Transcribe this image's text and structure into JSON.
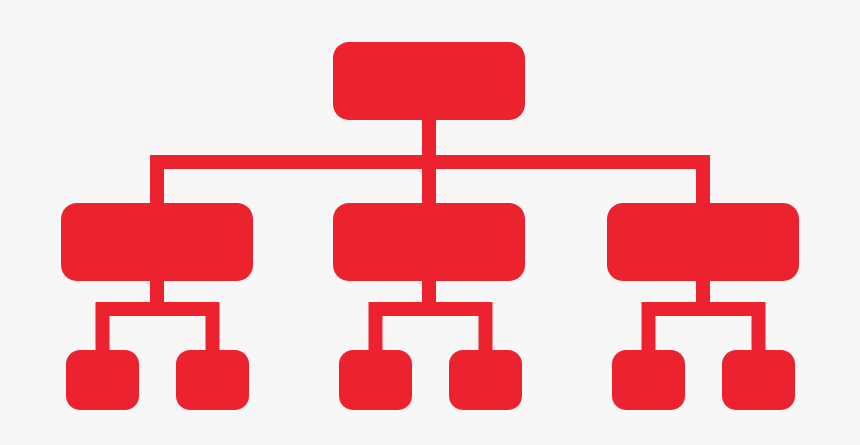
{
  "diagram": {
    "type": "hierarchy",
    "icon_name": "org-chart-icon",
    "colors": {
      "background": "#f7f7f7",
      "node": "#ec222f",
      "connector": "#ec222f"
    },
    "levels": 3,
    "children_per_parent": [
      3,
      2
    ],
    "nodes": {
      "root": {
        "level": 0,
        "children": [
          "mid-left",
          "mid-center",
          "mid-right"
        ]
      },
      "mid-left": {
        "level": 1,
        "children": [
          "leaf-1",
          "leaf-2"
        ]
      },
      "mid-center": {
        "level": 1,
        "children": [
          "leaf-3",
          "leaf-4"
        ]
      },
      "mid-right": {
        "level": 1,
        "children": [
          "leaf-5",
          "leaf-6"
        ]
      },
      "leaf-1": {
        "level": 2
      },
      "leaf-2": {
        "level": 2
      },
      "leaf-3": {
        "level": 2
      },
      "leaf-4": {
        "level": 2
      },
      "leaf-5": {
        "level": 2
      },
      "leaf-6": {
        "level": 2
      }
    }
  }
}
